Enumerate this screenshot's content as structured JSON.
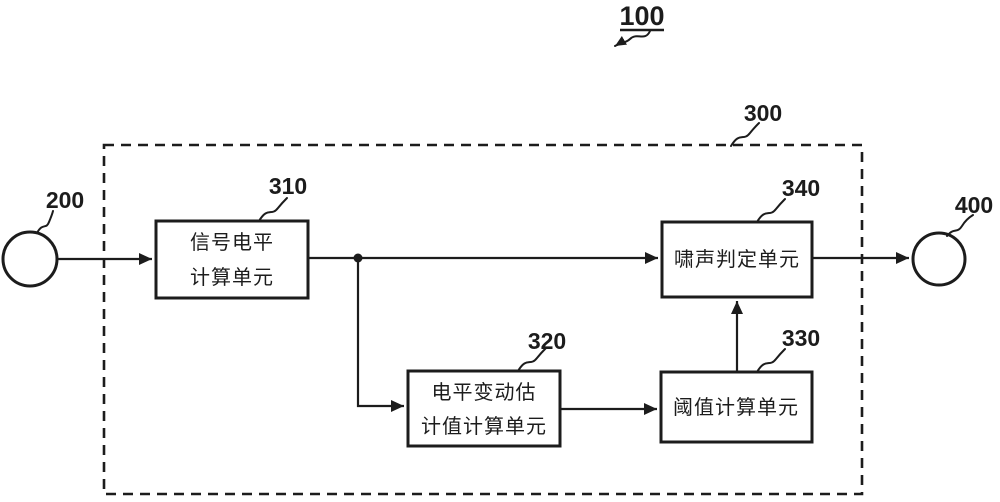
{
  "figure": {
    "label": "100",
    "module_box": {
      "label": "300"
    },
    "input_terminal": {
      "label": "200"
    },
    "output_terminal": {
      "label": "400"
    },
    "blocks": [
      {
        "ref": "310",
        "line1": "信号电平",
        "line2": "计算单元"
      },
      {
        "ref": "320",
        "line1": "电平变动估",
        "line2": "计值计算单元"
      },
      {
        "ref": "330",
        "line1": "阈值计算单元"
      },
      {
        "ref": "340",
        "line1": "啸声判定单元"
      }
    ],
    "colors": {
      "ink": "#1c1c1c",
      "background": "#ffffff"
    }
  }
}
